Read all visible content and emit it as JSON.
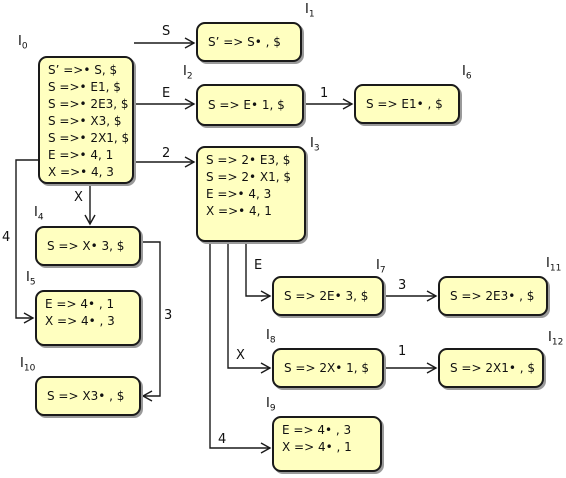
{
  "states": [
    {
      "id": "I0",
      "name": "I",
      "sub": "0",
      "items": [
        "S’ =>• S, $",
        "S =>• E1, $",
        "S =>• 2E3, $",
        "S =>• X3, $",
        "S =>• 2X1, $",
        "E =>• 4, 1",
        "X =>• 4, 3"
      ]
    },
    {
      "id": "I1",
      "name": "I",
      "sub": "1",
      "items": [
        "S’ => S• , $"
      ]
    },
    {
      "id": "I2",
      "name": "I",
      "sub": "2",
      "items": [
        "S => E• 1, $"
      ]
    },
    {
      "id": "I3",
      "name": "I",
      "sub": "3",
      "items": [
        "S => 2• E3, $",
        "S => 2• X1, $",
        "E =>• 4, 3",
        "X =>• 4, 1"
      ]
    },
    {
      "id": "I4",
      "name": "I",
      "sub": "4",
      "items": [
        "S => X• 3, $"
      ]
    },
    {
      "id": "I5",
      "name": "I",
      "sub": "5",
      "items": [
        "E => 4• , 1",
        "X => 4• , 3"
      ]
    },
    {
      "id": "I6",
      "name": "I",
      "sub": "6",
      "items": [
        "S => E1• , $"
      ]
    },
    {
      "id": "I7",
      "name": "I",
      "sub": "7",
      "items": [
        "S => 2E• 3, $"
      ]
    },
    {
      "id": "I8",
      "name": "I",
      "sub": "8",
      "items": [
        "S => 2X• 1, $"
      ]
    },
    {
      "id": "I9",
      "name": "I",
      "sub": "9",
      "items": [
        "E => 4• , 3",
        "X => 4• , 1"
      ]
    },
    {
      "id": "I10",
      "name": "I",
      "sub": "10",
      "items": [
        "S => X3• , $"
      ]
    },
    {
      "id": "I11",
      "name": "I",
      "sub": "11",
      "items": [
        "S => 2E3• , $"
      ]
    },
    {
      "id": "I12",
      "name": "I",
      "sub": "12",
      "items": [
        "S => 2X1• , $"
      ]
    }
  ],
  "transitions": [
    {
      "from": "I0",
      "to": "I1",
      "symbol": "S"
    },
    {
      "from": "I0",
      "to": "I2",
      "symbol": "E"
    },
    {
      "from": "I0",
      "to": "I3",
      "symbol": "2"
    },
    {
      "from": "I0",
      "to": "I4",
      "symbol": "X"
    },
    {
      "from": "I0",
      "to": "I5",
      "symbol": "4"
    },
    {
      "from": "I2",
      "to": "I6",
      "symbol": "1"
    },
    {
      "from": "I3",
      "to": "I7",
      "symbol": "E"
    },
    {
      "from": "I3",
      "to": "I8",
      "symbol": "X"
    },
    {
      "from": "I3",
      "to": "I9",
      "symbol": "4"
    },
    {
      "from": "I4",
      "to": "I10",
      "symbol": "3"
    },
    {
      "from": "I7",
      "to": "I11",
      "symbol": "3"
    },
    {
      "from": "I8",
      "to": "I12",
      "symbol": "1"
    }
  ]
}
